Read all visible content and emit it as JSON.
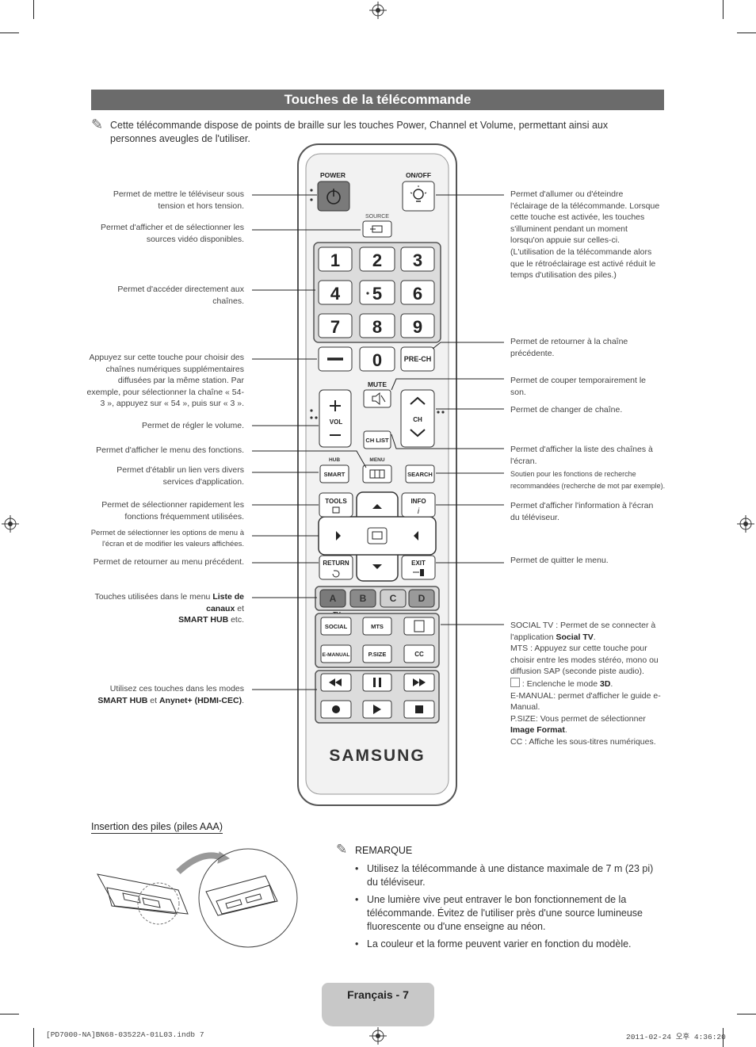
{
  "header": {
    "title": "Touches de la télécommande"
  },
  "intro": "Cette télécommande dispose de points de braille sur les touches Power, Channel et Volume, permettant ainsi aux personnes aveugles de l'utiliser.",
  "remote": {
    "power_label": "POWER",
    "onoff_label": "ON/OFF",
    "source_label": "SOURCE",
    "digits": [
      "1",
      "2",
      "3",
      "4",
      "5",
      "6",
      "7",
      "8",
      "9",
      "0"
    ],
    "prech": "PRE-CH",
    "mute_label": "MUTE",
    "vol": "VOL",
    "ch": "CH",
    "chlist": "CH LIST",
    "hub_label": "HUB",
    "menu_label": "MENU",
    "smart": "SMART",
    "search": "SEARCH",
    "tools": "TOOLS",
    "info": "INFO",
    "return": "RETURN",
    "exit": "EXIT",
    "color_keys": [
      "A",
      "B",
      "C",
      "D"
    ],
    "tv_label": "TV",
    "social": "SOCIAL",
    "mts": "MTS",
    "emanual": "E-MANUAL",
    "psize": "P.SIZE",
    "cc": "CC",
    "brand": "SAMSUNG"
  },
  "left_labels": {
    "power": "Permet de mettre le téléviseur sous tension et hors tension.",
    "source": "Permet d'afficher et de sélectionner les sources vidéo disponibles.",
    "digits": "Permet d'accéder directement aux chaînes.",
    "dash": "Appuyez sur cette touche pour choisir des chaînes numériques supplémentaires diffusées par la même station. Par exemple, pour sélectionner la chaîne « 54-3 », appuyez sur « 54 », puis sur « 3 ».",
    "volume": "Permet de régler le volume.",
    "menu": "Permet d'afficher le menu des fonctions.",
    "smarthub": "Permet d'établir un lien vers divers services d'application.",
    "tools": "Permet de sélectionner rapidement les fonctions fréquemment utilisées.",
    "nav": "Permet de sélectionner les options de menu à l'écran et de modifier les valeurs affichées.",
    "return": "Permet de retourner au menu précédent.",
    "colors_prefix": "Touches utilisées dans le menu ",
    "colors_bold1": "Liste de canaux",
    "colors_mid": " et ",
    "colors_bold2": "SMART HUB",
    "colors_suffix": " etc.",
    "media_prefix": "Utilisez ces touches dans les modes ",
    "media_bold1": "SMART HUB",
    "media_mid": " et ",
    "media_bold2": "Anynet+ (HDMI-CEC)",
    "media_suffix": "."
  },
  "right_labels": {
    "onoff": "Permet d'allumer ou d'éteindre l'éclairage de la télécommande. Lorsque cette touche est activée, les touches s'illuminent pendant un moment lorsqu'on appuie sur celles-ci. (L'utilisation de la télécommande alors que le rétroéclairage est activé réduit le temps d'utilisation des piles.)",
    "prech": "Permet de retourner à la chaîne précédente.",
    "mute": "Permet de couper temporairement le son.",
    "ch": "Permet de changer de chaîne.",
    "chlist": "Permet d'afficher la liste des chaînes à l'écran.",
    "search": "Soutien pour les fonctions de recherche recommandées (recherche de mot par exemple).",
    "info": "Permet d'afficher l'information à l'écran du téléviseur.",
    "exit": "Permet de quitter le menu.",
    "social_name": "SOCIAL TV",
    "social_text": " : Permet de se connecter à l'application ",
    "social_bold": "Social TV",
    "mts_name": "MTS",
    "mts_text": " : Appuyez sur cette touche pour choisir entre les modes stéréo, mono ou diffusion SAP (seconde piste audio).",
    "threed_text": " : Enclenche le mode ",
    "threed_bold": "3D",
    "emanual_name": "E-MANUAL",
    "emanual_text": ": permet d'afficher le guide e-Manual.",
    "psize_name": "P.SIZE",
    "psize_text": ": Vous permet de sélectionner ",
    "psize_bold": "Image Format",
    "cc_name": "CC",
    "cc_text": " : Affiche les sous-titres numériques."
  },
  "battery": {
    "title": "Insertion des piles (piles AAA)"
  },
  "notes": {
    "title": "REMARQUE",
    "items": [
      "Utilisez la télécommande à une distance maximale de 7 m (23 pi) du téléviseur.",
      "Une lumière vive peut entraver le bon fonctionnement de la télécommande. Évitez de l'utiliser près d'une source lumineuse fluorescente ou d'une enseigne au néon.",
      "La couleur et la forme peuvent varier en fonction du modèle."
    ]
  },
  "footer": {
    "page": "Français - 7",
    "file": "[PD7000-NA]BN68-03522A-01L03.indb   7",
    "date": "2011-02-24   오후 4:36:20"
  }
}
